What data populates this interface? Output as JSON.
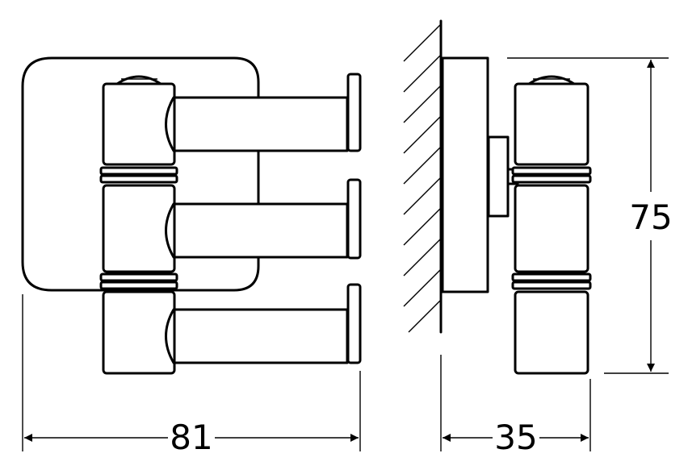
{
  "dimensions": {
    "width_label": "81",
    "depth_label": "35",
    "height_label": "75"
  }
}
